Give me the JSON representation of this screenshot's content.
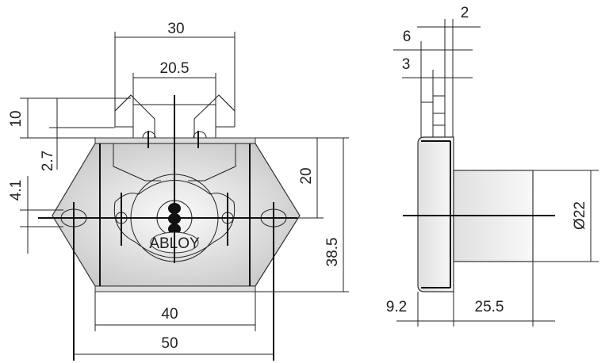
{
  "front_view": {
    "dims": {
      "d30": "30",
      "d20_5": "20.5",
      "d10": "10",
      "d2_7": "2.7",
      "d4_1": "4.1",
      "d20": "20",
      "d38_5": "38.5",
      "d40": "40",
      "d50": "50"
    },
    "brand": "ABLOY"
  },
  "side_view": {
    "dims": {
      "d2": "2",
      "d6": "6",
      "d3": "3",
      "dia22": "Ø22",
      "d9_2": "9.2",
      "d25_5": "25.5"
    }
  }
}
